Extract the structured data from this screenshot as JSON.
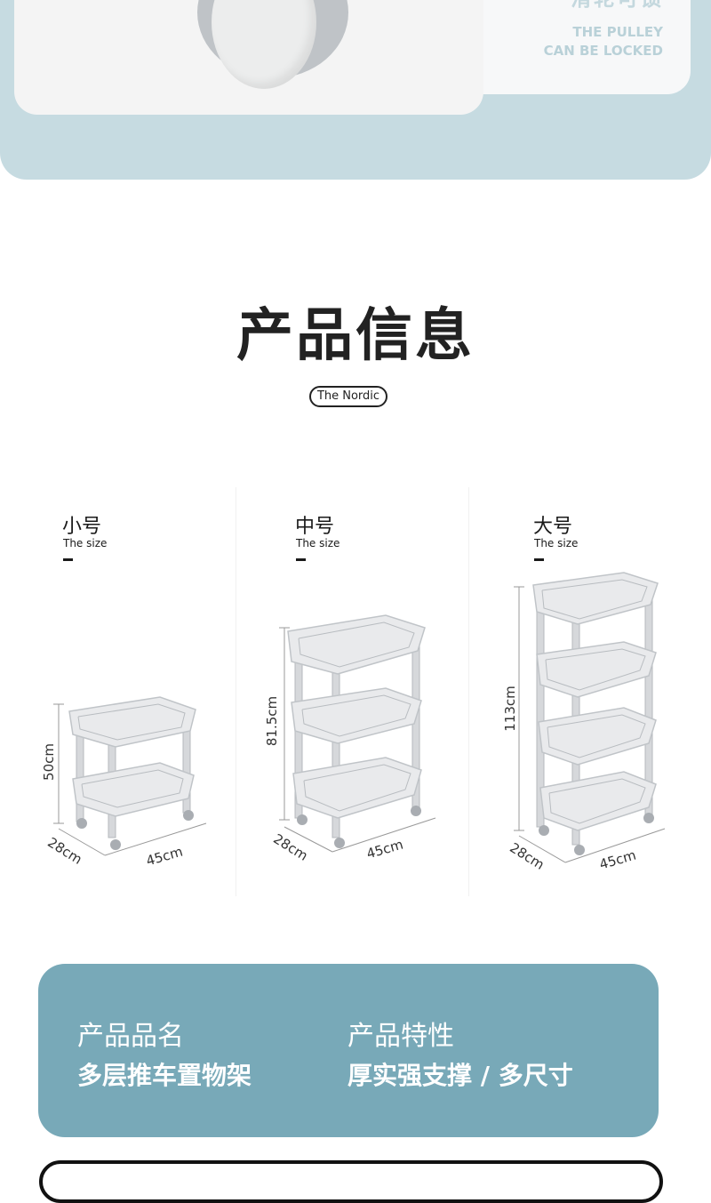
{
  "banner": {
    "headline_cut": "滑轮可锁",
    "pulley_line1": "THE PULLEY",
    "pulley_line2": "CAN BE LOCKED"
  },
  "title": "产品信息",
  "subtitle_pill": "The Nordic",
  "sizes": [
    {
      "name": "小号",
      "sub": "The size",
      "height": "50cm",
      "depth": "28cm",
      "width": "45cm",
      "tiers": 2
    },
    {
      "name": "中号",
      "sub": "The size",
      "height": "81.5cm",
      "depth": "28cm",
      "width": "45cm",
      "tiers": 3
    },
    {
      "name": "大号",
      "sub": "The size",
      "height": "113cm",
      "depth": "28cm",
      "width": "45cm",
      "tiers": 4
    }
  ],
  "info": {
    "name_label": "产品品名",
    "name_value": "多层推车置物架",
    "feature_label": "产品特性",
    "feature_value": "厚实强支撑 / 多尺寸"
  },
  "colors": {
    "band": "#c6dbe1",
    "info_card": "#78a9b8",
    "rack_frame": "#e9eaec"
  }
}
